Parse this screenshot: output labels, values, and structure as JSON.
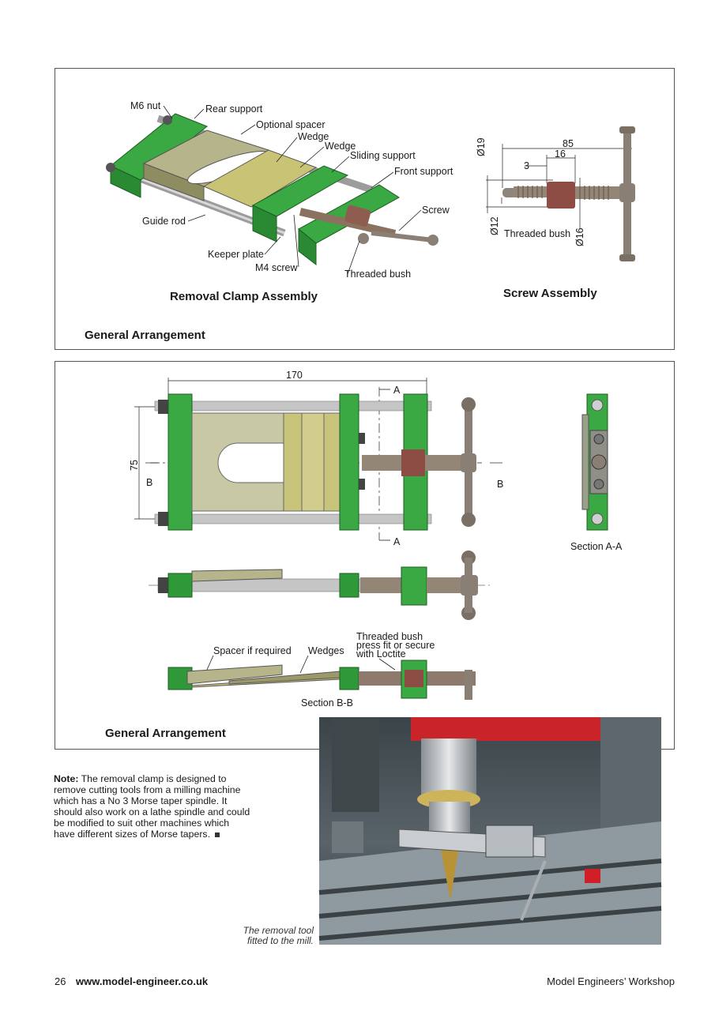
{
  "top_panel": {
    "labels": {
      "m6_nut": "M6 nut",
      "rear_support": "Rear support",
      "optional_spacer": "Optional spacer",
      "wedge_1": "Wedge",
      "wedge_2": "Wedge",
      "sliding_support": "Sliding support",
      "front_support": "Front support",
      "screw": "Screw",
      "guide_rod": "Guide rod",
      "keeper_plate": "Keeper plate",
      "m4_screw": "M4 screw",
      "threaded_bush": "Threaded bush"
    },
    "removal_title": "Removal Clamp Assembly",
    "screw_title": "Screw Assembly",
    "section_title": "General Arrangement",
    "screw_dims": {
      "d85": "85",
      "d16": "16",
      "d3": "3",
      "dia19": "Ø19",
      "dia12": "Ø12",
      "dia16": "Ø16",
      "threaded_bush": "Threaded bush"
    }
  },
  "bottom_panel": {
    "dim_170": "170",
    "dim_75": "75",
    "a_top": "A",
    "a_bottom": "A",
    "b_left": "B",
    "b_right": "B",
    "section_aa": "Section A-A",
    "spacer_label": "Spacer if required",
    "wedges_label": "Wedges",
    "bush_label_1": "Threaded bush",
    "bush_label_2": "press fit or secure",
    "bush_label_3": "with Loctite",
    "section_bb": "Section B-B",
    "section_title": "General Arrangement"
  },
  "note": {
    "lead": "Note:",
    "text": " The removal clamp is designed to remove cutting tools from a milling machine which has a No 3 Morse taper spindle. It should also work on a lathe spindle and could be modified to suit other machines which have different sizes of Morse tapers."
  },
  "photo_caption_1": "The removal tool",
  "photo_caption_2": "fitted to the mill.",
  "footer": {
    "page": "26",
    "url": "www.model-engineer.co.uk",
    "magazine": "Model Engineers’ Workshop"
  },
  "colors": {
    "green": "#33a83a",
    "olive": "#b8b98a",
    "bronze": "#9a6a5a",
    "steel": "#b9b6b1"
  }
}
